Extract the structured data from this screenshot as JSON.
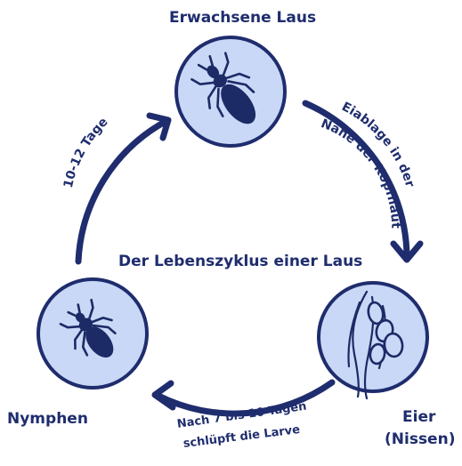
{
  "title": "Der Lebenszyklus einer Laus",
  "stages": {
    "adult": "Erwachsene Laus",
    "eggs_line1": "Eier",
    "eggs_line2": "(Nissen)",
    "nymphs": "Nymphen"
  },
  "transitions": {
    "adult_to_eggs_line1": "Eiablage in der",
    "adult_to_eggs_line2": "Nähe der Kopfhaut",
    "eggs_to_nymphs_line1": "Nach 7 bis 10 Tagen",
    "eggs_to_nymphs_line2": "schlüpft die Larve",
    "nymphs_to_adult": "10-12 Tage"
  },
  "colors": {
    "navy": "#1f2d6e",
    "circle_fill": "#c8d8f6",
    "icon": "#1c2a66"
  },
  "icons": {
    "adult": "adult-louse-icon",
    "eggs": "nits-eggs-icon",
    "nymphs": "nymph-louse-icon"
  }
}
